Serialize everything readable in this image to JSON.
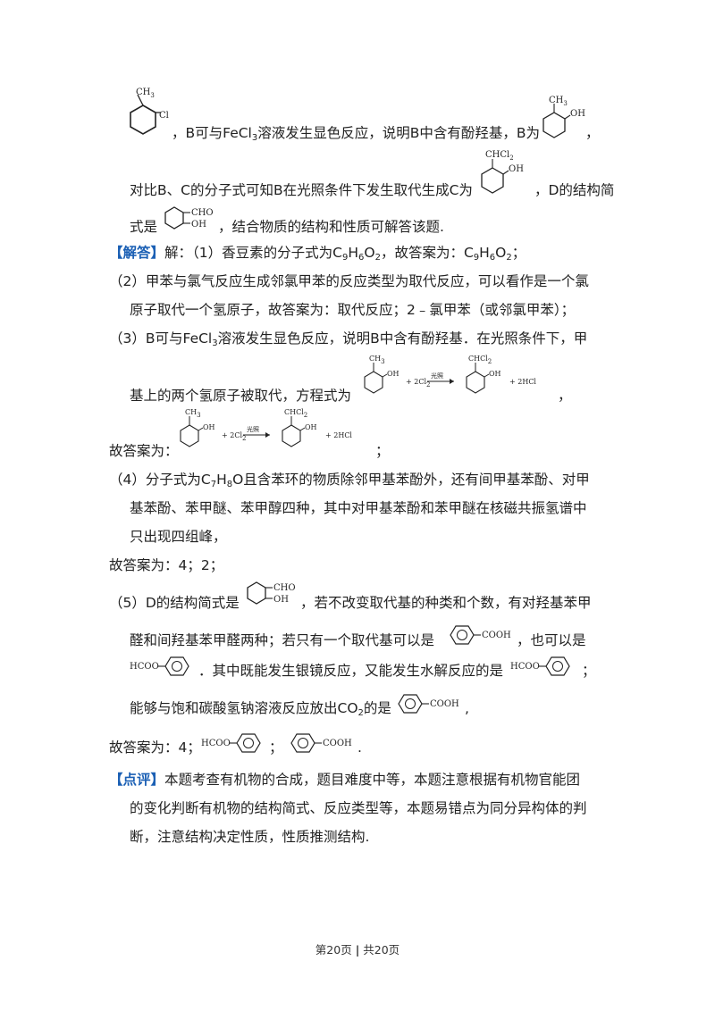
{
  "p1": {
    "mid": "，B可与FeCl",
    "mid_sub": "3",
    "mid2": "溶液发生显色反应，说明B中含有酚羟基，B为",
    "end": "，"
  },
  "p2": {
    "text": "对比B、C的分子式可知B在光照条件下发生取代生成C为",
    "end": "，D的结构简"
  },
  "p3": {
    "start": "式是",
    "end": "，结合物质的结构和性质可解答该题."
  },
  "ans_tag": "【解答】",
  "a1": {
    "text": "解：（1）香豆素的分子式为C",
    "s1": "9",
    "t2": "H",
    "s2": "6",
    "t3": "O",
    "s3": "2",
    "t4": "，故答案为：C",
    "s4": "9",
    "t5": "H",
    "s5": "6",
    "t6": "O",
    "s6": "2",
    "t7": "；"
  },
  "a2": {
    "l1": "（2）甲苯与氯气反应生成邻氯甲苯的反应类型为取代反应，可以看作是一个氯",
    "l2": "原子取代一个氢原子，故答案为：取代反应；2﹣氯甲苯（或邻氯甲苯）；"
  },
  "a3": {
    "l1a": "（3）B可与FeCl",
    "l1s": "3",
    "l1b": "溶液发生显色反应，说明B中含有酚羟基．在光照条件下，甲",
    "l2": "基上的两个氢原子被取代，方程式为",
    "l2end": "，",
    "l3": "故答案为：",
    "l3end": "；"
  },
  "a4": {
    "l1a": "（4）分子式为C",
    "l1s1": "7",
    "l1b": "H",
    "l1s2": "8",
    "l1c": "O且含苯环的物质除邻甲基苯酚外，还有间甲基苯酚、对甲",
    "l2": "基苯酚、苯甲醚、苯甲醇四种，其中对甲基苯酚和苯甲醚在核磁共振氢谱中",
    "l3": "只出现四组峰，",
    "l4": "故答案为：4；2；"
  },
  "a5": {
    "l1a": "（5）D的结构简式是",
    "l1b": "，若不改变取代基的种类和个数，有对羟基苯甲",
    "l2a": "醛和间羟基苯甲醛两种；若只有一个取代基可以是",
    "l2b": "，也可以是",
    "l3b": "．其中既能发生银镜反应，又能发生水解反应的是",
    "l3c": "；",
    "l4a": "能够与饱和碳酸氢钠溶液反应放出CO",
    "l4s": "2",
    "l4b": "的是",
    "l4c": ",",
    "l5a": "故答案为：4；",
    "l5b": "；",
    "l5c": "."
  },
  "review_tag": "【点评】",
  "review": {
    "l1": "本题考查有机物的合成，题目难度中等，本题注意根据有机物官能团",
    "l2": "的变化判断有机物的结构简式、反应类型等，本题易错点为同分异构体的判",
    "l3": "断，注意结构决定性质，性质推测结构."
  },
  "mol": {
    "ch3": "CH",
    "ch3_sub": "3",
    "cl": "Cl",
    "oh": "OH",
    "chcl2": "CHCl",
    "chcl2_sub": "2",
    "cho": "CHO",
    "cooh": "COOH",
    "hcoo": "HCOO",
    "reagent": "+ 2Cl",
    "reagent_sub": "2",
    "light": "光照",
    "hcl": "+ 2HCl"
  },
  "footer": {
    "left": "第20页",
    "sep": "|",
    "right": "共20页"
  },
  "colors": {
    "tag": "#1a5fb4",
    "text": "#222222"
  }
}
